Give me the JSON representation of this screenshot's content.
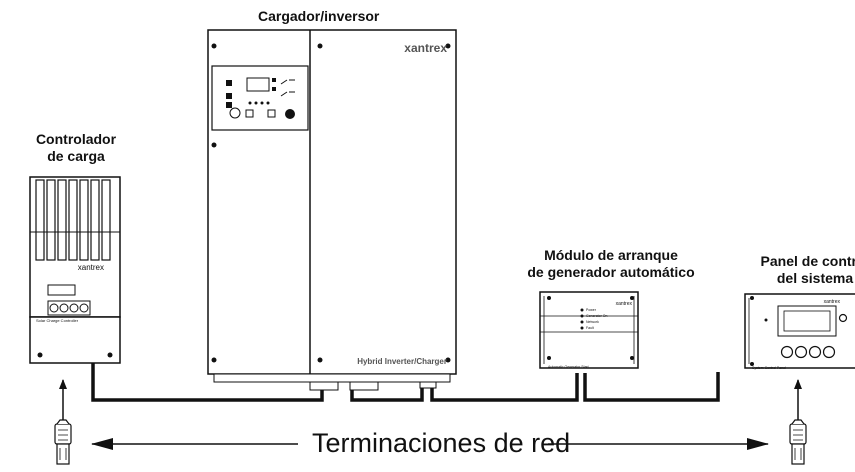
{
  "devices": {
    "inverter": {
      "title": "Cargador/inversor",
      "brand": "xantrex",
      "footer": "Hybrid Inverter/Charger"
    },
    "charge_controller": {
      "title_line1": "Controlador",
      "title_line2": "de carga",
      "brand": "xantrex",
      "footer": "Solar Charge Controller"
    },
    "generator_module": {
      "title_line1": "Módulo de arranque",
      "title_line2": "de generador automático",
      "brand": "xantrex",
      "leds": [
        "Power",
        "Generator On",
        "Network",
        "Fault"
      ],
      "footer": "Automatic Generator Start"
    },
    "system_panel": {
      "title_line1": "Panel de control",
      "title_line2": "del sistema",
      "brand": "xantrex",
      "footer": "System Control Panel"
    }
  },
  "network": {
    "label": "Terminaciones de red"
  }
}
